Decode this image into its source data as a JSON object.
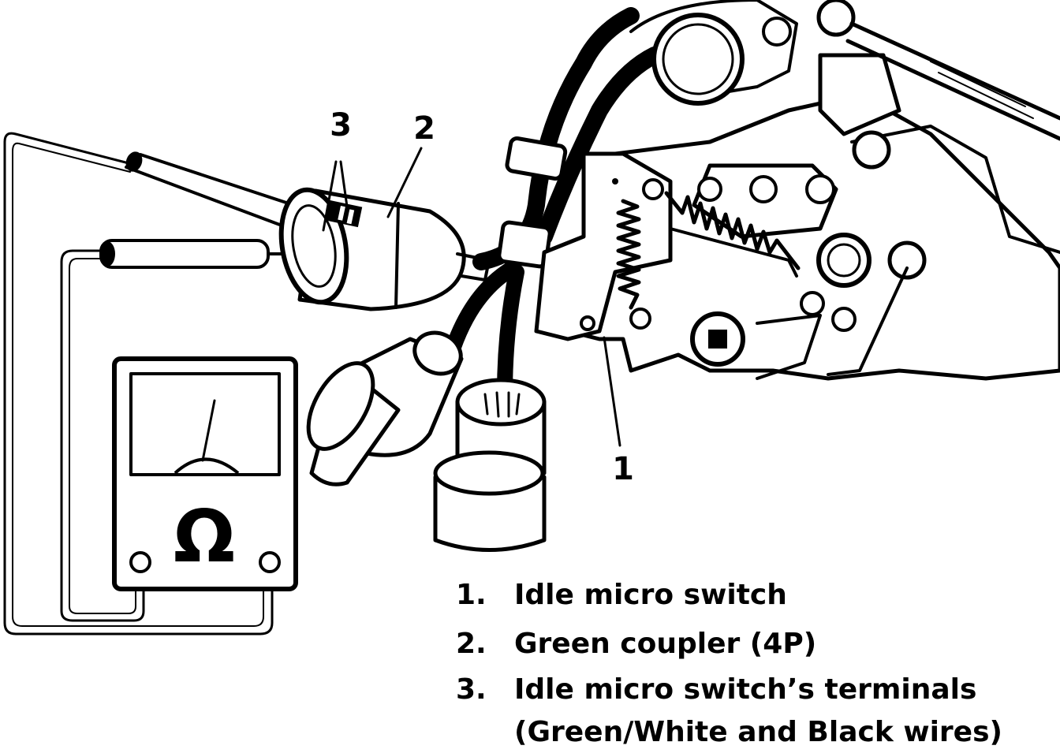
{
  "callouts": {
    "one": "1",
    "two": "2",
    "three": "3"
  },
  "meter": {
    "symbol": "Ω"
  },
  "legend": [
    {
      "num": "1.",
      "text": "Idle micro switch"
    },
    {
      "num": "2.",
      "text": "Green coupler (4P)"
    },
    {
      "num": "3.",
      "text": "Idle micro switch’s terminals"
    },
    {
      "num": "",
      "text": "(Green/White and Black wires)"
    }
  ]
}
